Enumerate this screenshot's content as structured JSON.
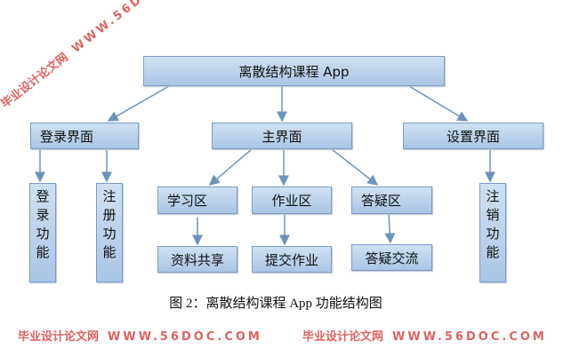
{
  "root": "离散结构课程 App",
  "level2": [
    "登录界面",
    "主界面",
    "设置界面"
  ],
  "login_children": [
    "登录功能",
    "注册功能"
  ],
  "main_children": [
    "学习区",
    "作业区",
    "答疑区"
  ],
  "main_grandchildren": [
    "资料共享",
    "提交作业",
    "答疑交流"
  ],
  "settings_children": [
    "注销功能"
  ],
  "caption": "图 2：离散结构课程 App 功能结构图",
  "watermark": {
    "site": "毕业设计论文网",
    "url": "WWW.56DOC.COM"
  },
  "colors": {
    "box_top": "#cfe0f3",
    "box_bottom": "#a9c6e6",
    "border": "#7b9cc6",
    "arrow": "#6f92bb",
    "watermark": "#d9534f"
  }
}
